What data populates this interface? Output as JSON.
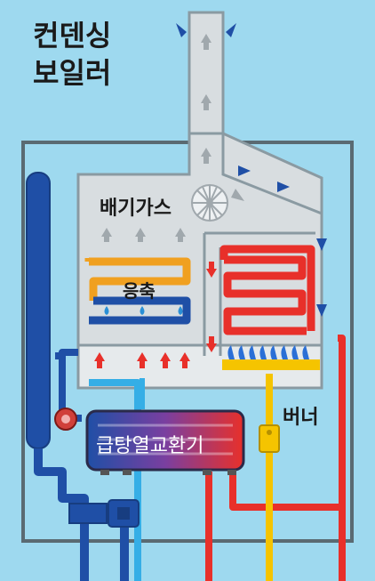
{
  "title": {
    "line1": "컨덴싱",
    "line2": "보일러"
  },
  "labels": {
    "exhaust_gas": "배기가스",
    "condensation": "응축",
    "burner": "버너",
    "hot_water_exchanger": "급탕열교환기"
  },
  "colors": {
    "background": "#9ed9ef",
    "cabinet_outline": "#5a6a72",
    "chamber": "#d8dde0",
    "cold_pipe": "#1f4fa6",
    "warm_pipe": "#f0a020",
    "hot_pipe": "#e8302a",
    "light_pipe": "#35aee6",
    "gas_pipe": "#f5c400"
  },
  "icons": [
    "fan-icon",
    "pump-icon",
    "gas-valve-icon",
    "flame-icon",
    "water-drop-icon"
  ]
}
